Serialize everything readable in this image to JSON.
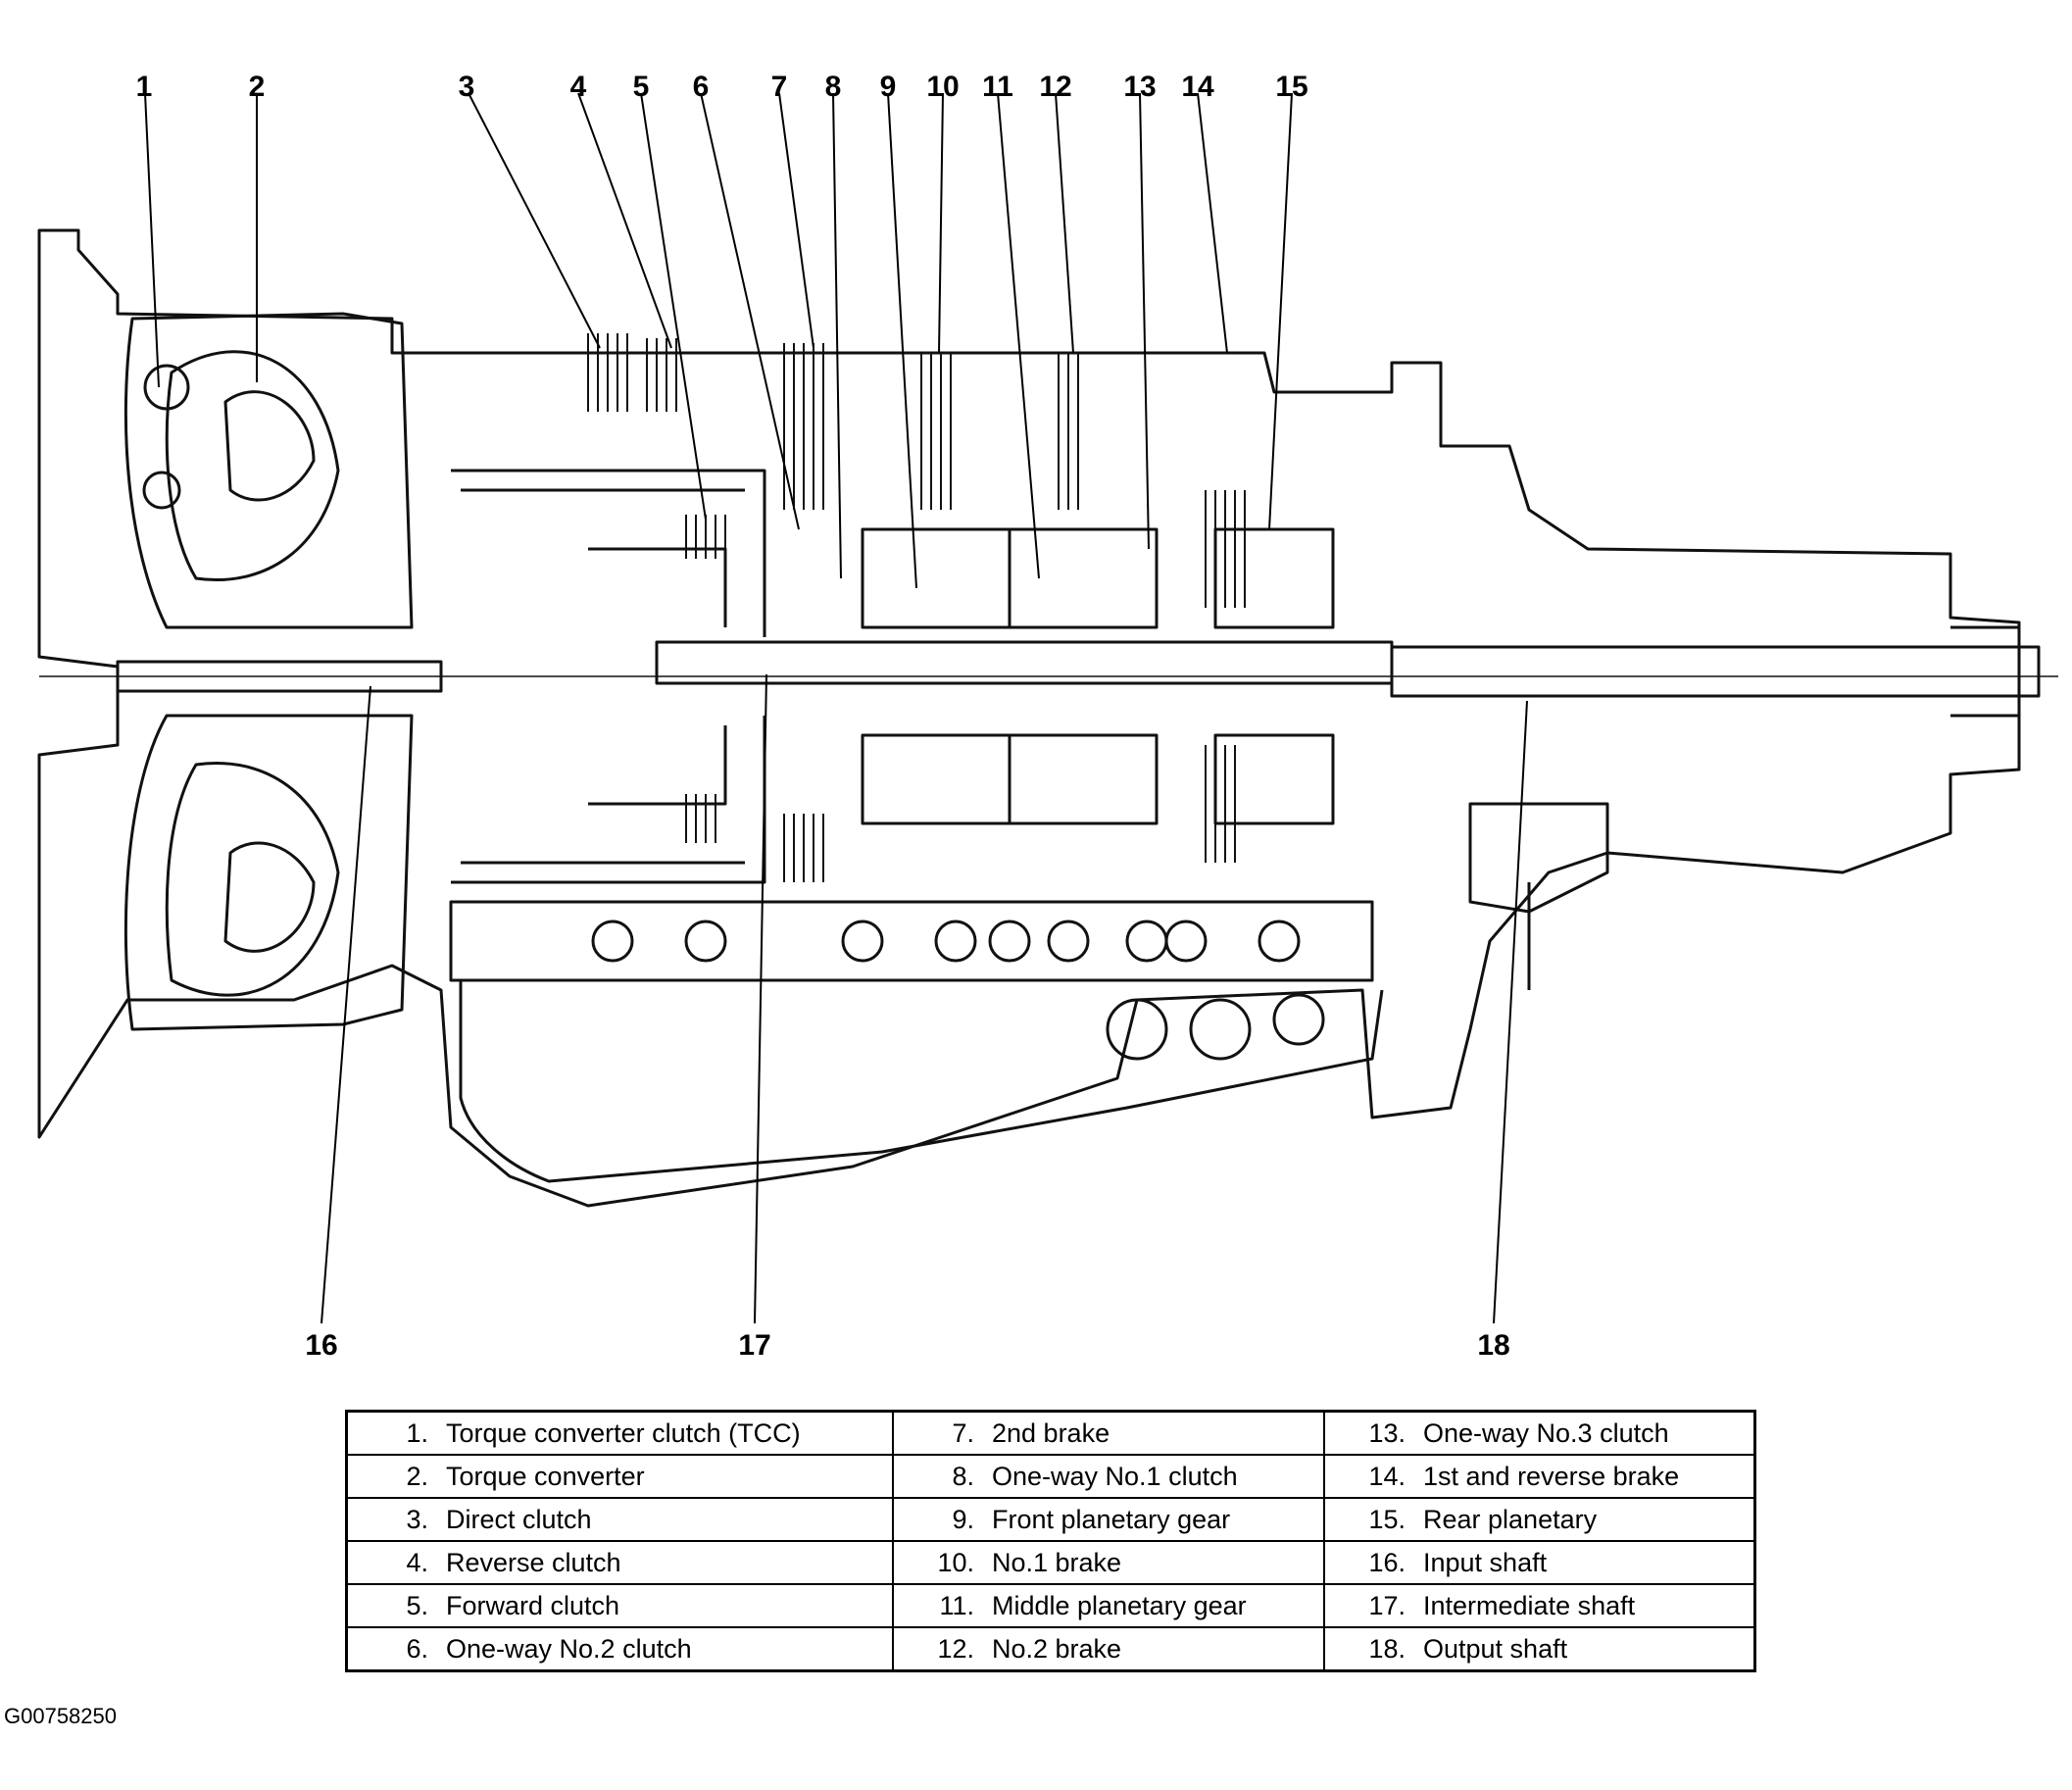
{
  "callouts": [
    "1",
    "2",
    "3",
    "4",
    "5",
    "6",
    "7",
    "8",
    "9",
    "10",
    "11",
    "12",
    "13",
    "14",
    "15",
    "16",
    "17",
    "18"
  ],
  "legend": [
    [
      {
        "num": "1.",
        "label": "Torque converter clutch (TCC)"
      },
      {
        "num": "7.",
        "label": "2nd brake"
      },
      {
        "num": "13.",
        "label": "One-way No.3 clutch"
      }
    ],
    [
      {
        "num": "2.",
        "label": "Torque converter"
      },
      {
        "num": "8.",
        "label": "One-way No.1 clutch"
      },
      {
        "num": "14.",
        "label": "1st and reverse brake"
      }
    ],
    [
      {
        "num": "3.",
        "label": "Direct clutch"
      },
      {
        "num": "9.",
        "label": "Front planetary gear"
      },
      {
        "num": "15.",
        "label": "Rear planetary"
      }
    ],
    [
      {
        "num": "4.",
        "label": "Reverse clutch"
      },
      {
        "num": "10.",
        "label": "No.1 brake"
      },
      {
        "num": "16.",
        "label": "Input shaft"
      }
    ],
    [
      {
        "num": "5.",
        "label": "Forward clutch"
      },
      {
        "num": "11.",
        "label": "Middle planetary gear"
      },
      {
        "num": "17.",
        "label": "Intermediate shaft"
      }
    ],
    [
      {
        "num": "6.",
        "label": "One-way No.2 clutch"
      },
      {
        "num": "12.",
        "label": "No.2 brake"
      },
      {
        "num": "18.",
        "label": "Output shaft"
      }
    ]
  ],
  "figure_id": "G00758250"
}
